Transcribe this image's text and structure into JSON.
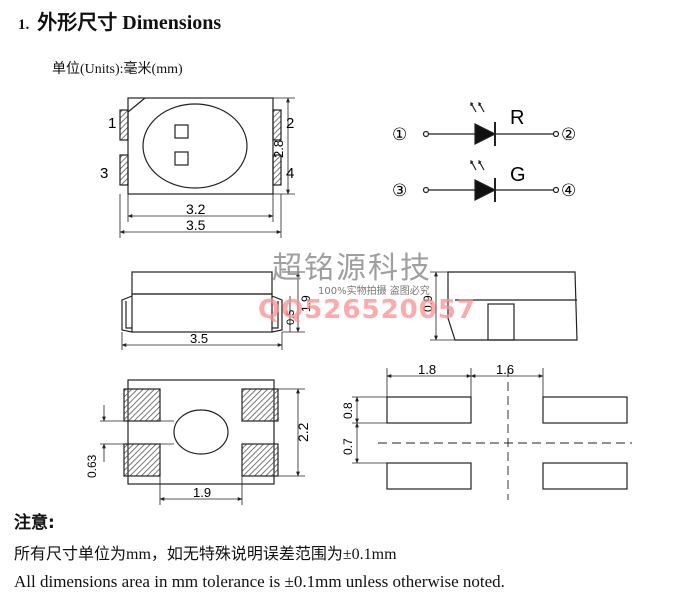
{
  "heading": {
    "number": "1.",
    "title": "外形尺寸 Dimensions"
  },
  "units_label": "单位(Units):毫米(mm)",
  "top_view": {
    "pin_labels": [
      "1",
      "2",
      "3",
      "4"
    ],
    "dim_width_inner": "3.2",
    "dim_width_outer": "3.5",
    "dim_height": "2.8"
  },
  "schematic": {
    "terminals": [
      "①",
      "②",
      "③",
      "④"
    ],
    "led_labels": [
      "R",
      "G"
    ]
  },
  "side_view": {
    "dim_height_a": "1.9",
    "dim_height_b": "0.5",
    "dim_length": "3.5"
  },
  "end_view": {
    "dim_height": "0.9"
  },
  "bottom_view": {
    "dim_pad_span": "2.2",
    "dim_pad_offset": "0.63",
    "dim_center": "1.9"
  },
  "footprint": {
    "dim_pad_length": "1.8",
    "dim_gap": "1.6",
    "dim_pad_height": "0.8",
    "dim_pad_gap": "0.7"
  },
  "watermark": {
    "name": "超铭源科技",
    "sub": "100%实物拍摄  盗图必究",
    "qq": "QQ526520057"
  },
  "notes": {
    "title": "注意:",
    "cn": "所有尺寸单位为mm，如无特殊说明误差范围为±0.1mm",
    "en": "All dimensions area in mm tolerance is ±0.1mm unless otherwise noted."
  },
  "colors": {
    "line": "#222222",
    "hatch": "#555555",
    "watermark": "#8f8f8f",
    "watermark_qq": "#ff8c8c"
  }
}
